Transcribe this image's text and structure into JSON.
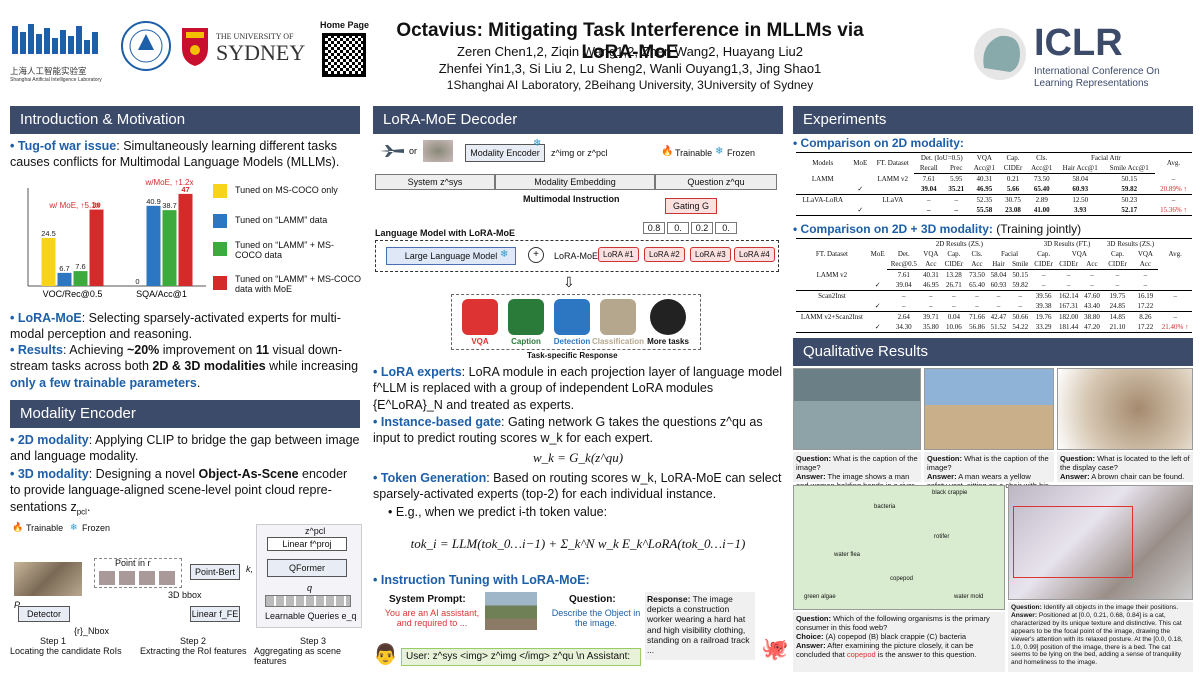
{
  "header": {
    "title": "Octavius: Mitigating Task Interference in MLLMs via LoRA-MoE",
    "authors_line1": "Zeren Chen1,2, Ziqin Wang1,2, Zhen Wang2, Huayang Liu2",
    "authors_line2": "Zhenfei Yin1,3, Si Liu 2, Lu Sheng2, Wanli Ouyang1,3, Jing Shao1",
    "affiliations": "1Shanghai AI Laboratory, 2Beihang University, 3University of Sydney",
    "home_page": "Home Page",
    "shlab_text": "上海人工智能实验室",
    "shlab_sub": "Shanghai Artificial Intelligence Laboratory",
    "sydney_the": "THE UNIVERSITY OF",
    "sydney": "SYDNEY",
    "iclr": "ICLR",
    "iclr_sub1": "International Conference On",
    "iclr_sub2": "Learning Representations"
  },
  "intro": {
    "heading": "Introduction & Motivation",
    "tug_bold": "Tug-of war issue",
    "tug_text": ": Simultaneously learning different tasks causes conflicts for Multimodal Language Models (MLLMs).",
    "lora_bold": "LoRA-MoE",
    "lora_text": ": Selecting sparsely-activated experts for multi-modal perception and reasoning.",
    "res_bold": "Results",
    "res_text1": ": Achieving ",
    "res_b1": "~20%",
    "res_text2": " improvement on ",
    "res_b2": "11",
    "res_text3": " visual down-stream tasks across both ",
    "res_b3": "2D & 3D modalities",
    "res_text4": " while increasing ",
    "res_b4": "only a few trainable parameters",
    "res_text5": "."
  },
  "colors": {
    "yellow": "#f7d31a",
    "blue": "#2d77c2",
    "green": "#3caa3c",
    "red": "#d42a2a",
    "header": "#3d4b6b",
    "accent": "#1d5fa8"
  },
  "chart_data": {
    "type": "bar",
    "categories": [
      "VOC/Rec@0.5",
      "SQA/Acc@1"
    ],
    "series": [
      {
        "name": "Tuned on MS-COCO only",
        "values": [
          24.5,
          0
        ]
      },
      {
        "name": "Tuned on “LAMM” data",
        "values": [
          6.7,
          40.9
        ]
      },
      {
        "name": "Tuned on “LAMM” + MS-COCO data",
        "values": [
          7.6,
          38.7
        ]
      },
      {
        "name": "Tuned on “LAMM” + MS-COCO data with MoE",
        "values": [
          39.0,
          47.0
        ]
      }
    ],
    "annotations": [
      "w/ MoE, ↑5.1x",
      "w/MoE, ↑1.2x"
    ],
    "ylim": [
      0,
      50
    ],
    "legend": "right"
  },
  "encoder": {
    "heading": "Modality Encoder",
    "m2d_bold": "2D modality",
    "m2d_text": ": Applying CLIP to bridge the gap between image and language modality.",
    "m3d_bold": "3D modality",
    "m3d_text1": ": Designing a novel ",
    "m3d_b": "Object-As-Scene",
    "m3d_text2": " encoder to provide language-aligned scene-level point cloud repre-sentations z",
    "m3d_sub": "pcl",
    "m3d_end": ".",
    "trainable": "Trainable",
    "frozen": "Frozen",
    "point_in": "Point in r",
    "detector": "Detector",
    "pointbert": "Point-Bert",
    "bbox": "3D bbox",
    "linear_fe": "Linear f_FE",
    "linear_proj": "Linear f^proj",
    "qformer": "QFormer",
    "queries": "Learnable Queries e_q",
    "zpcl": "z^pcl",
    "kv": "k, v",
    "q": "q",
    "rn": "{r}_Nbox",
    "P": "P",
    "step1a": "Step 1",
    "step1b": "Locating the candidate RoIs",
    "step2a": "Step 2",
    "step2b": "Extracting the RoI features",
    "step3a": "Step 3",
    "step3b": "Aggregating as scene features"
  },
  "decoder": {
    "heading": "LoRA-MoE Decoder",
    "or1": "or",
    "modality_enc": "Modality Encoder",
    "zimg": "z^img or z^pcl",
    "trainable": "Trainable",
    "frozen": "Frozen",
    "sys": "System z^sys",
    "mod_emb": "Modality Embedding",
    "question": "Question z^qu",
    "mm_instr": "Multimodal Instruction",
    "gating": "Gating G",
    "gates": [
      "0.8",
      "0.",
      "0.2",
      "0."
    ],
    "lm_with": "Language Model with LoRA-MoE",
    "llm": "Large Language Model",
    "plus": "+",
    "loramoe": "LoRA-MoE",
    "experts": [
      "LoRA #1",
      "LoRA #2",
      "LoRA #3",
      "LoRA #4"
    ],
    "tasks": [
      "VQA",
      "Caption",
      "Detection",
      "Classification",
      "More tasks"
    ],
    "task_resp": "Task-specific Response",
    "exp_bold": "LoRA experts",
    "exp_text": ": LoRA module in each projection layer of language model f^LLM is replaced with a group of independent LoRA modules {E^LoRA}_N and treated as experts.",
    "ig_bold": "Instance-based gate",
    "ig_text": ": Gating network G takes the questions z^qu as input to predict routing scores w_k for each expert.",
    "ig_eq": "w_k = G_k(z^qu)",
    "tg_bold": "Token Generation",
    "tg_text": ": Based on routing scores w_k, LoRA-MoE can select sparsely-activated experts (top-2) for each individual instance.",
    "tg_eg": "• E.g., when we predict i-th token value:",
    "tg_eq": "tok_i = LLM(tok_0…i−1) + Σ_k^N w_k E_k^LoRA(tok_0…i−1)",
    "it_bold": "Instruction Tuning with LoRA-MoE:",
    "sp_label": "System Prompt:",
    "sp_text": "You are an AI assistant, and required to ...",
    "q_label": "Question:",
    "q_text": "Describe the Object in the image.",
    "resp_bold": "Response:",
    "resp_text": " The image depicts a construction worker wearing a hard hat and high visibility clothing, standing on a railroad track ...",
    "user_line": "User: z^sys <img> z^img </img> z^qu \\n Assistant:"
  },
  "experiments": {
    "heading": "Experiments",
    "c2d": "Comparison on 2D modality:",
    "c3d": "Comparison on 2D + 3D modality:",
    "c3d_note": " (Training jointly)",
    "t1_head1": [
      "Models",
      "MoE",
      "FT. Dataset",
      "Det. (IoU=0.5)",
      "VQA",
      "Cap.",
      "Cls.",
      "Facial Attr",
      "Avg."
    ],
    "t1_head2": [
      "Recall",
      "Prec",
      "Acc@1",
      "CIDEr",
      "Acc@1",
      "Hair Acc@1",
      "Smile Acc@1"
    ],
    "t1_rows": [
      [
        "LAMM",
        "",
        "LAMM v2",
        "7.61",
        "5.95",
        "40.31",
        "0.21",
        "73.50",
        "58.04",
        "50.15",
        "–"
      ],
      [
        "",
        "✓",
        "",
        "39.04",
        "35.21",
        "46.95",
        "5.66",
        "65.40",
        "60.93",
        "59.82",
        "20.89% ↑"
      ],
      [
        "LLaVA-LoRA",
        "",
        "LLaVA",
        "–",
        "–",
        "52.35",
        "30.75",
        "2.89",
        "12.50",
        "50.23",
        "–"
      ],
      [
        "",
        "✓",
        "",
        "–",
        "–",
        "55.58",
        "23.08",
        "41.00",
        "3.93",
        "52.17",
        "15.36% ↑"
      ]
    ],
    "t2_head0": [
      "FT. Dataset",
      "MoE",
      "2D Results (ZS.)",
      "3D Results (FT.)",
      "3D Results (ZS.)",
      "Avg."
    ],
    "t2_head1": [
      "Det.",
      "VQA",
      "Cap.",
      "Cls.",
      "Facial",
      "Cap.",
      "VQA",
      "Cap.",
      "VQA"
    ],
    "t2_head2": [
      "Rec@0.5",
      "Acc",
      "CIDEr",
      "Acc",
      "Hair",
      "Smile",
      "CIDEr",
      "CIDEr",
      "Acc",
      "CIDEr",
      "Acc"
    ],
    "t2_rows": [
      [
        "LAMM v2",
        "",
        "7.61",
        "40.31",
        "13.28",
        "73.50",
        "58.04",
        "50.15",
        "–",
        "–",
        "–",
        "–",
        "–",
        ""
      ],
      [
        "",
        "✓",
        "39.04",
        "46.95",
        "26.71",
        "65.40",
        "60.93",
        "59.82",
        "–",
        "–",
        "–",
        "–",
        "–",
        ""
      ],
      [
        "Scan2Inst",
        "",
        "–",
        "–",
        "–",
        "–",
        "–",
        "–",
        "39.56",
        "162.14",
        "47.60",
        "19.75",
        "16.19",
        "–"
      ],
      [
        "",
        "✓",
        "–",
        "–",
        "–",
        "–",
        "–",
        "–",
        "39.38",
        "167.31",
        "43.40",
        "24.85",
        "17.22",
        ""
      ],
      [
        "LAMM v2+Scan2Inst",
        "",
        "2.64",
        "39.71",
        "0.04",
        "71.66",
        "42.47",
        "50.66",
        "19.76",
        "182.00",
        "38.80",
        "14.85",
        "8.26",
        "–"
      ],
      [
        "",
        "✓",
        "34.30",
        "35.80",
        "10.06",
        "56.86",
        "51.52",
        "54.22",
        "33.29",
        "181.44",
        "47.20",
        "21.10",
        "17.22",
        "21.40% ↑"
      ]
    ]
  },
  "qual": {
    "heading": "Qualitative Results",
    "q1": "Question:",
    "q1t": " What is the caption of the image?",
    "a1": "Answer:",
    "a1t": " The image shows a man and woman holding hands in a river.",
    "q2": "Question:",
    "q2t": " What is the caption of the image?",
    "a2": "Answer:",
    "a2t": " A man wears a yellow safety vest, sitting on a chair with his arms extended.",
    "q3": "Question:",
    "q3t": " What is located to the left of the display case?",
    "a3": "Answer:",
    "a3t": " A brown chair can be found.",
    "q4": "Question:",
    "q4t": " Which of the following organisms is the primary consumer in this food web?",
    "c4": "Choice:",
    "c4t": " (A) copepod (B) black crappie (C) bacteria",
    "a4": "Answer:",
    "a4t": " After examining the picture closely, it can be concluded that",
    "a4r": "copepod",
    "a4e": " is the answer to this question.",
    "q5": "Question:",
    "q5t": " Identify all objects in the image their positions.",
    "a5": "Answer:",
    "a5t": " Positioned at [0.0, 0.21, 0.68, 0.84] is a cat, characterized by its unique texture and distinctive. This cat appears to be the focal point of the image, drawing the viewer's attention with its relaxed posture. At the [0.0, 0.18, 1.0, 0.99] position of the image, there is a bed. The cat seems to be lying on the bed, adding a sense of tranquility and homeliness to the image.",
    "fw_labels": [
      "black crappie",
      "bacteria",
      "water flea",
      "rotifer",
      "green algae",
      "copepod",
      "water mold"
    ]
  }
}
